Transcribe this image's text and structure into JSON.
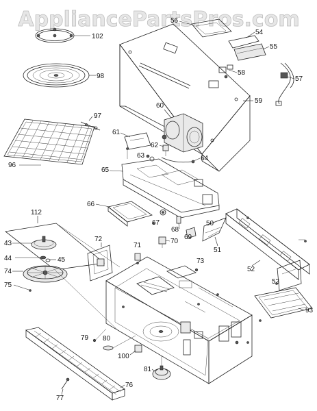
{
  "watermark": "AppliancePartsPros.com",
  "part_numbers": [
    "54",
    "55",
    "57",
    "58",
    "59",
    "60",
    "61",
    "62",
    "63",
    "64",
    "65",
    "66",
    "67",
    "68",
    "69",
    "50",
    "51",
    "52",
    "53",
    "93",
    "70",
    "71",
    "72",
    "73",
    "43",
    "44",
    "45",
    "74",
    "75",
    "76",
    "77",
    "79",
    "80",
    "81",
    "96",
    "97",
    "98",
    "100",
    "102",
    "112"
  ],
  "labels": {
    "p54": "54",
    "p55": "55",
    "p57": "57",
    "p58": "58",
    "p59": "59",
    "p60": "60",
    "p61": "61",
    "p62": "62",
    "p63": "63",
    "p64": "64",
    "p65": "65",
    "p66": "66",
    "p67": "67",
    "p68": "68",
    "p69": "69",
    "p50": "50",
    "p51": "51",
    "p52": "52",
    "p53": "53",
    "p93": "93",
    "p70": "70",
    "p71": "71",
    "p72": "72",
    "p73": "73",
    "p43": "43",
    "p44": "44",
    "p45": "45",
    "p74": "74",
    "p75": "75",
    "p76": "76",
    "p77": "77",
    "p79": "79",
    "p80": "80",
    "p81": "81",
    "p96": "96",
    "p97": "97",
    "p98": "98",
    "p100": "100",
    "p102": "102",
    "p112": "112",
    "p56": "56"
  }
}
